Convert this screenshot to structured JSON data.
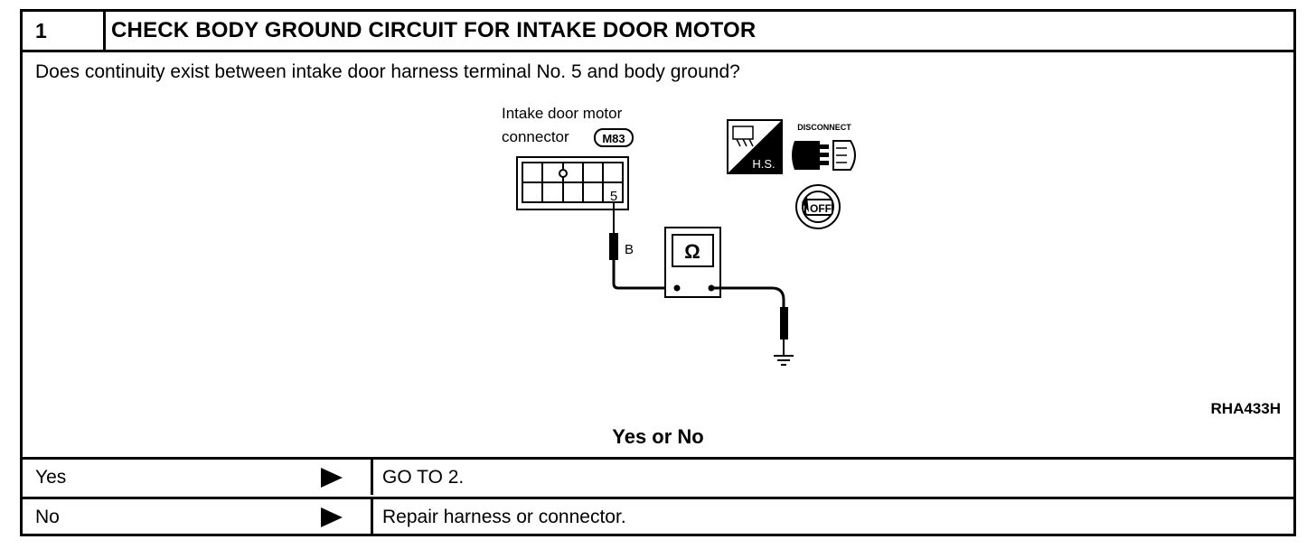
{
  "step": {
    "number": "1",
    "title": "CHECK BODY GROUND CIRCUIT FOR INTAKE DOOR MOTOR"
  },
  "question": "Does continuity exist between intake door harness terminal No. 5 and body ground?",
  "figure": {
    "connector_label_line1": "Intake door motor",
    "connector_label_line2": "connector",
    "connector_id": "M83",
    "terminal_number": "5",
    "wire_color": "B",
    "meter_symbol": "Ω",
    "hs_badge": "H.S.",
    "disconnect_label": "DISCONNECT",
    "ignition_label": "OFF",
    "figure_code": "RHA433H"
  },
  "decision": {
    "heading": "Yes or No",
    "rows": [
      {
        "condition": "Yes",
        "result": "GO TO 2."
      },
      {
        "condition": "No",
        "result": "Repair harness or connector."
      }
    ]
  }
}
